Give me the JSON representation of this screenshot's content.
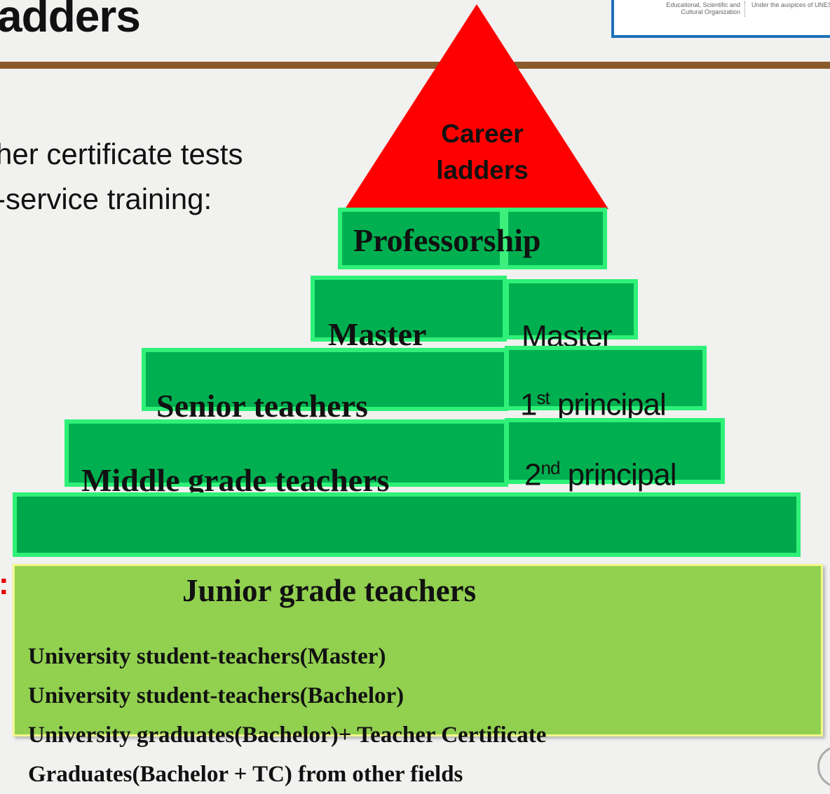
{
  "header": {
    "title": "adders",
    "logo": {
      "left_text": "Educational, Scientific and Cultural Organization",
      "right_text": "Under the auspices of UNESCO"
    }
  },
  "body_text": {
    "line1": "her certificate tests",
    "line2": "-service training:",
    "colon": ":"
  },
  "pyramid": {
    "apex_label_1": "Career",
    "apex_label_2": "ladders",
    "professorship": "Professorship",
    "master": "Master",
    "master_right": "Master",
    "senior": "Senior teachers",
    "principal_1_num": "1",
    "principal_1_sup": "st",
    "principal_1_word": " principal",
    "middle": "Middle grade teachers",
    "principal_2_num": "2",
    "principal_2_sup": "nd",
    "principal_2_word": " principal",
    "junior": "Junior grade teachers"
  },
  "pathways": [
    "University student-teachers(Master)",
    "University student-teachers(Bachelor)",
    "University graduates(Bachelor)+ Teacher Certificate",
    "Graduates(Bachelor + TC) from other fields"
  ],
  "colors": {
    "apex": "#ff0000",
    "step_fill": "#00b050",
    "step_border": "#2ff078",
    "base_fill": "#92d050",
    "rule": "#8a5a2a",
    "accent_red": "#e60000"
  }
}
